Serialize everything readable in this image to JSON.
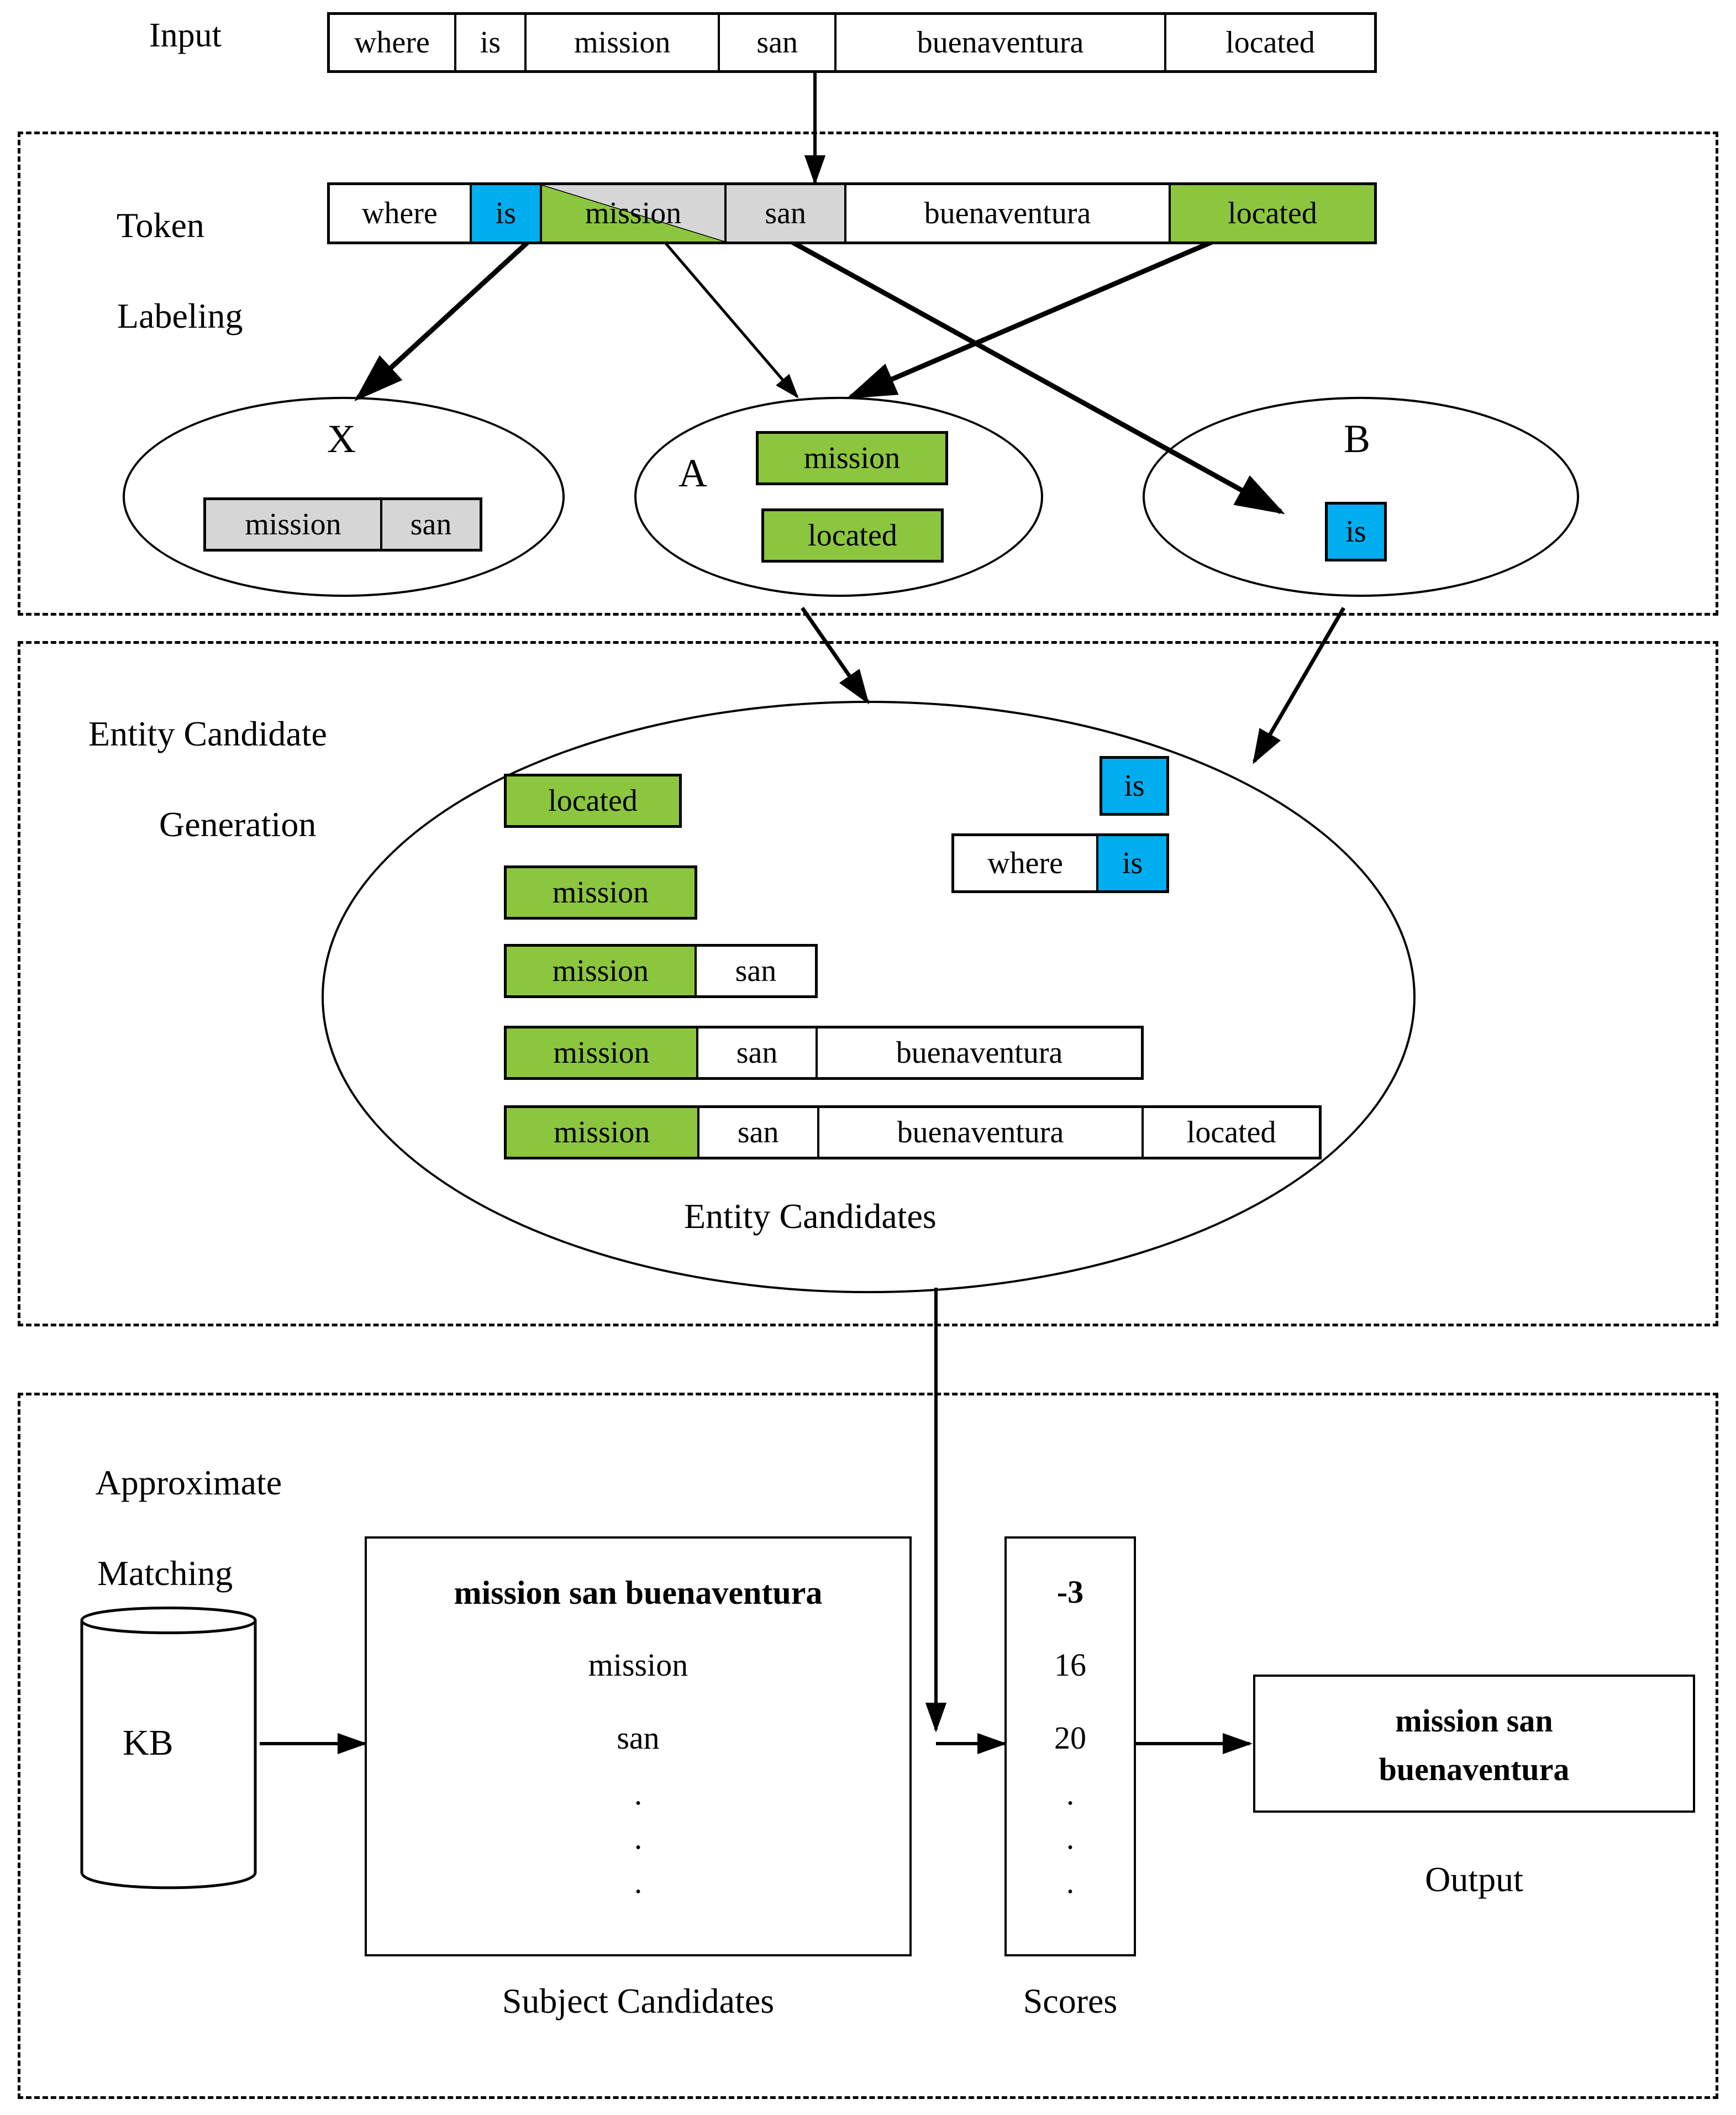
{
  "colors": {
    "green": "#8CC63F",
    "blue": "#00AEEF",
    "gray": "#D6D6D6",
    "line": "#000000",
    "background": "#FFFFFF"
  },
  "input": {
    "label": "Input",
    "tokens": [
      "where",
      "is",
      "mission",
      "san",
      "buenaventura",
      "located"
    ]
  },
  "token_labeling": {
    "section_label_line1": "Token",
    "section_label_line2": "Labeling",
    "tokens": [
      {
        "text": "where",
        "fill": "white"
      },
      {
        "text": "is",
        "fill": "blue"
      },
      {
        "text": "mission",
        "fill": "diagonal-green-gray"
      },
      {
        "text": "san",
        "fill": "gray"
      },
      {
        "text": "buenaventura",
        "fill": "white"
      },
      {
        "text": "located",
        "fill": "green"
      }
    ],
    "groups": [
      {
        "name": "X",
        "label": "X",
        "label_pos": "top",
        "items": [
          {
            "tokens": [
              "mission",
              "san"
            ],
            "fill": "gray"
          }
        ]
      },
      {
        "name": "A",
        "label": "A",
        "label_pos": "left",
        "items": [
          {
            "tokens": [
              "mission"
            ],
            "fill": "green"
          },
          {
            "tokens": [
              "located"
            ],
            "fill": "green"
          }
        ]
      },
      {
        "name": "B",
        "label": "B",
        "label_pos": "top",
        "items": [
          {
            "tokens": [
              "is"
            ],
            "fill": "blue"
          }
        ]
      }
    ]
  },
  "entity_candidate_generation": {
    "section_label_line1": "Entity Candidate",
    "section_label_line2": "Generation",
    "ellipse_caption": "Entity Candidates",
    "left_candidates": [
      {
        "cells": [
          {
            "text": "located",
            "fill": "green"
          }
        ]
      },
      {
        "cells": [
          {
            "text": "mission",
            "fill": "green"
          }
        ]
      },
      {
        "cells": [
          {
            "text": "mission",
            "fill": "green"
          },
          {
            "text": "san",
            "fill": "white"
          }
        ]
      },
      {
        "cells": [
          {
            "text": "mission",
            "fill": "green"
          },
          {
            "text": "san",
            "fill": "white"
          },
          {
            "text": "buenaventura",
            "fill": "white"
          }
        ]
      },
      {
        "cells": [
          {
            "text": "mission",
            "fill": "green"
          },
          {
            "text": "san",
            "fill": "white"
          },
          {
            "text": "buenaventura",
            "fill": "white"
          },
          {
            "text": "located",
            "fill": "white"
          }
        ]
      }
    ],
    "right_candidates": [
      {
        "cells": [
          {
            "text": "is",
            "fill": "blue"
          }
        ]
      },
      {
        "cells": [
          {
            "text": "where",
            "fill": "white"
          },
          {
            "text": "is",
            "fill": "blue"
          }
        ]
      }
    ]
  },
  "approximate_matching": {
    "section_label_line1": "Approximate",
    "section_label_line2": "Matching",
    "kb_label": "KB",
    "subject_candidates": {
      "caption": "Subject Candidates",
      "rows": [
        "mission san buenaventura",
        "mission",
        "san"
      ],
      "bold_row_index": 0,
      "ellipsis": "·"
    },
    "scores": {
      "caption": "Scores",
      "values": [
        "-3",
        "16",
        "20"
      ],
      "bold_value_index": 0,
      "ellipsis": "·"
    },
    "output": {
      "caption": "Output",
      "line1": "mission san",
      "line2": "buenaventura"
    }
  }
}
